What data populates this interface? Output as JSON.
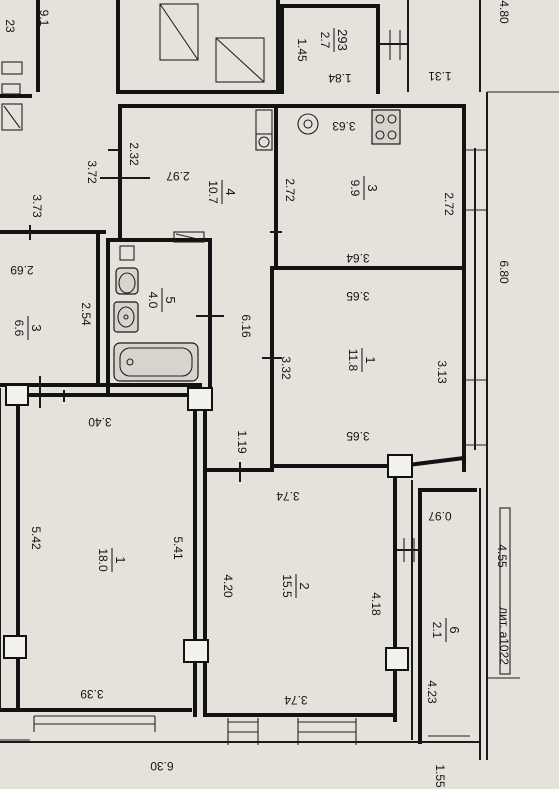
{
  "rooms": [
    {
      "id": "r1",
      "num": "1",
      "area": "18.0"
    },
    {
      "id": "r2",
      "num": "2",
      "area": "15.5"
    },
    {
      "id": "r3",
      "num": "1",
      "area": "11.8"
    },
    {
      "id": "r4",
      "num": "3",
      "area": "9.9"
    },
    {
      "id": "r5",
      "num": "4",
      "area": "10.7"
    },
    {
      "id": "r6",
      "num": "5",
      "area": "4.0"
    },
    {
      "id": "r7",
      "num": "3",
      "area": "6.6"
    },
    {
      "id": "r8",
      "num": "6",
      "area": "2.1"
    },
    {
      "id": "r9",
      "num": "293",
      "area": "2.7"
    }
  ],
  "dims": {
    "d01": "9.1",
    "d02": "23",
    "d03": "3.72",
    "d04": "2.32",
    "d05": "3.73",
    "d06": "2.69",
    "d07": "2.54",
    "d08": "2.97",
    "d09": "2.72",
    "d10": "3.63",
    "d11": "2.72",
    "d12": "3.64",
    "d13": "3.65",
    "d14": "3.32",
    "d15": "3.13",
    "d16": "3.65",
    "d17": "6.16",
    "d18": "3.40",
    "d19": "1.19",
    "d20": "3.74",
    "d21": "5.42",
    "d22": "5.41",
    "d23": "4.20",
    "d24": "4.18",
    "d25": "3.39",
    "d26": "3.74",
    "d27": "6.30",
    "d28": "0.97",
    "d29": "4.23",
    "d30": "1.55",
    "d31": "4.55",
    "d32": "6.80",
    "d33": "4.80",
    "d34": "1.45",
    "d35": "1.84",
    "d36": "1.31"
  },
  "note": "лит. a1022"
}
